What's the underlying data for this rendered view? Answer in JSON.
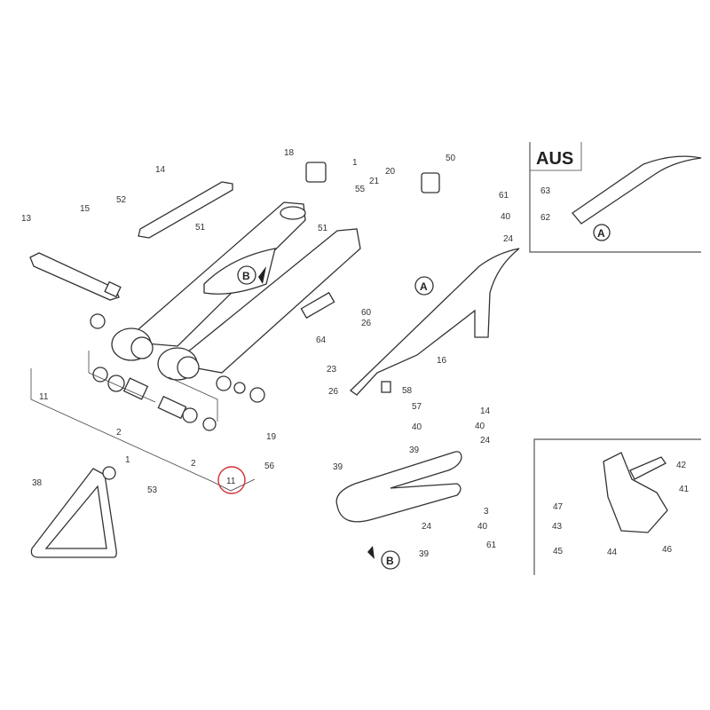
{
  "title": "Swingarm exploded parts diagram",
  "labels": [
    "13",
    "15",
    "14",
    "52",
    "51",
    "18",
    "51",
    "64",
    "11",
    "2",
    "2",
    "1",
    "53",
    "11",
    "19",
    "56",
    "38",
    "1",
    "55",
    "21",
    "20",
    "50",
    "61",
    "40",
    "24",
    "60",
    "26",
    "16",
    "23",
    "26",
    "58",
    "57",
    "40",
    "14",
    "40",
    "24",
    "39",
    "39",
    "3",
    "24",
    "40",
    "61",
    "39",
    "63",
    "62",
    "42",
    "41",
    "47",
    "43",
    "45",
    "44",
    "46"
  ],
  "callouts": {
    "a_main": "A",
    "b_main": "B",
    "b_lower": "B",
    "a_inset": "A"
  },
  "inset_aus": {
    "title": "AUS"
  },
  "highlight": {
    "label": "11",
    "color": "#d0303a"
  }
}
